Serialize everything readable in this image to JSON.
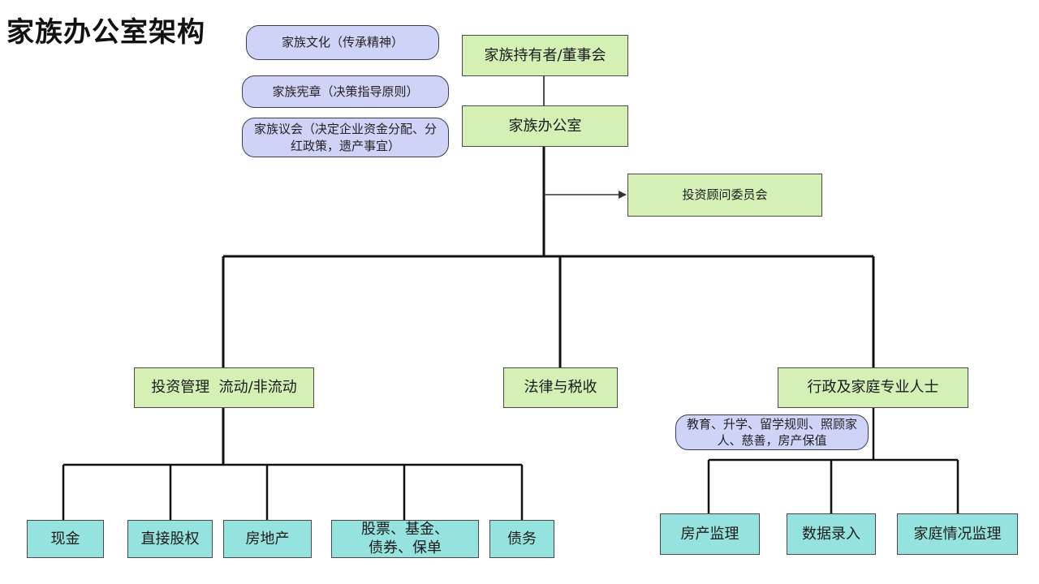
{
  "title": "家族办公室架构",
  "pills": {
    "culture": "家族文化（传承精神）",
    "charter": "家族宪章（决策指导原则）",
    "council": "家族议会（决定企业资金分配、分红政策，遗产事宜）",
    "admin_note": "教育、升学、留学规则、照顾家人、慈善，房产保值"
  },
  "nodes": {
    "board": "家族持有者/董事会",
    "office": "家族办公室",
    "advisory": "投资顾问委员会",
    "investment": "投资管理  流动/非流动",
    "legal": "法律与税收",
    "admin": "行政及家庭专业人士"
  },
  "leaves": {
    "cash": "现金",
    "equity": "直接股权",
    "realestate": "房地产",
    "securities": "股票、基金、债券、保单",
    "debt": "债务",
    "property_supervision": "房产监理",
    "data_entry": "数据录入",
    "family_supervision": "家庭情况监理"
  }
}
